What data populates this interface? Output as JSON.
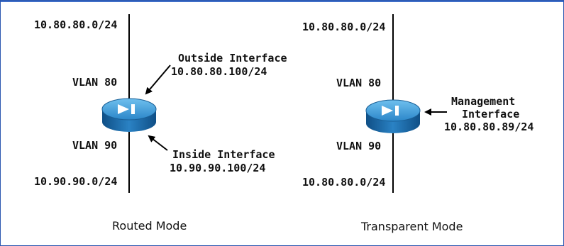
{
  "routed": {
    "top_net": "10.80.80.0/24",
    "top_vlan": "VLAN 80",
    "outside_label": "Outside Interface",
    "outside_ip": "10.80.80.100/24",
    "bottom_vlan": "VLAN 90",
    "inside_label": "Inside Interface",
    "inside_ip": "10.90.90.100/24",
    "bottom_net": "10.90.90.0/24",
    "caption": "Routed Mode"
  },
  "transparent": {
    "top_net": "10.80.80.0/24",
    "top_vlan": "VLAN 80",
    "mgmt_label_1": "Management",
    "mgmt_label_2": "Interface",
    "mgmt_ip": "10.80.80.89/24",
    "bottom_vlan": "VLAN 90",
    "bottom_net": "10.80.80.0/24",
    "caption": "Transparent Mode"
  },
  "colors": {
    "border": "#2a57b0",
    "device_top": "#3d9ad6",
    "device_side": "#1c6aa8"
  },
  "icons": [
    "firewall-icon",
    "arrow-icon"
  ]
}
